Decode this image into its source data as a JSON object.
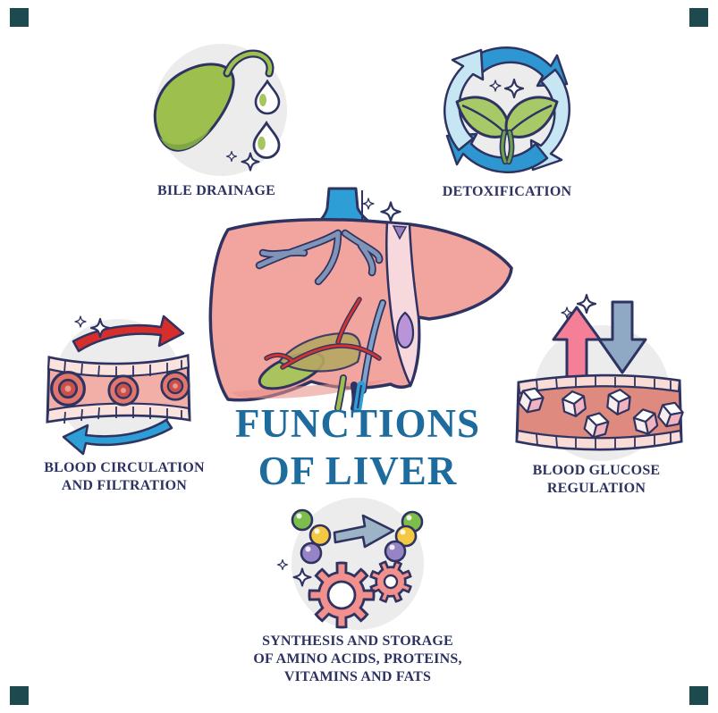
{
  "title": "FUNCTIONS\nOF LIVER",
  "functions": [
    {
      "name": "bile-drainage",
      "label": "BILE DRAINAGE",
      "icon": "gallbladder-bile-drops-icon"
    },
    {
      "name": "detoxification",
      "label": "DETOXIFICATION",
      "icon": "cycle-arrows-sprout-icon"
    },
    {
      "name": "blood-circulation-and-filtration",
      "label": "BLOOD CIRCULATION\nAND FILTRATION",
      "icon": "blood-vessel-flow-arrows-icon"
    },
    {
      "name": "blood-glucose-regulation",
      "label": "BLOOD GLUCOSE\nREGULATION",
      "icon": "vessel-sugar-cubes-arrows-icon"
    },
    {
      "name": "synthesis-and-storage",
      "label": "SYNTHESIS AND STORAGE\nOF AMINO ACIDS, PROTEINS,\nVITAMINS AND FATS",
      "icon": "gears-molecules-arrow-icon"
    }
  ],
  "center_illustration": "liver-anatomy",
  "palette": {
    "outline_navy": "#2E3361",
    "label_navy": "#2D3261",
    "title_blue": "#1E6B9E",
    "liver_pink": "#F2A49E",
    "accent_green": "#9CBF4E",
    "accent_blue": "#2E97D1",
    "light_blue": "#C7E6F4",
    "accent_red": "#D62F2B",
    "salmon_gear": "#F2908D",
    "slate_blue": "#8FA9C4",
    "pink_arrow": "#F47F97",
    "molecule_yellow": "#F5C843",
    "molecule_purple": "#9784C6",
    "molecule_green": "#7DBE4B",
    "icon_circle_gray": "#ECECEC",
    "corner_mark": "#1C4A4F"
  }
}
